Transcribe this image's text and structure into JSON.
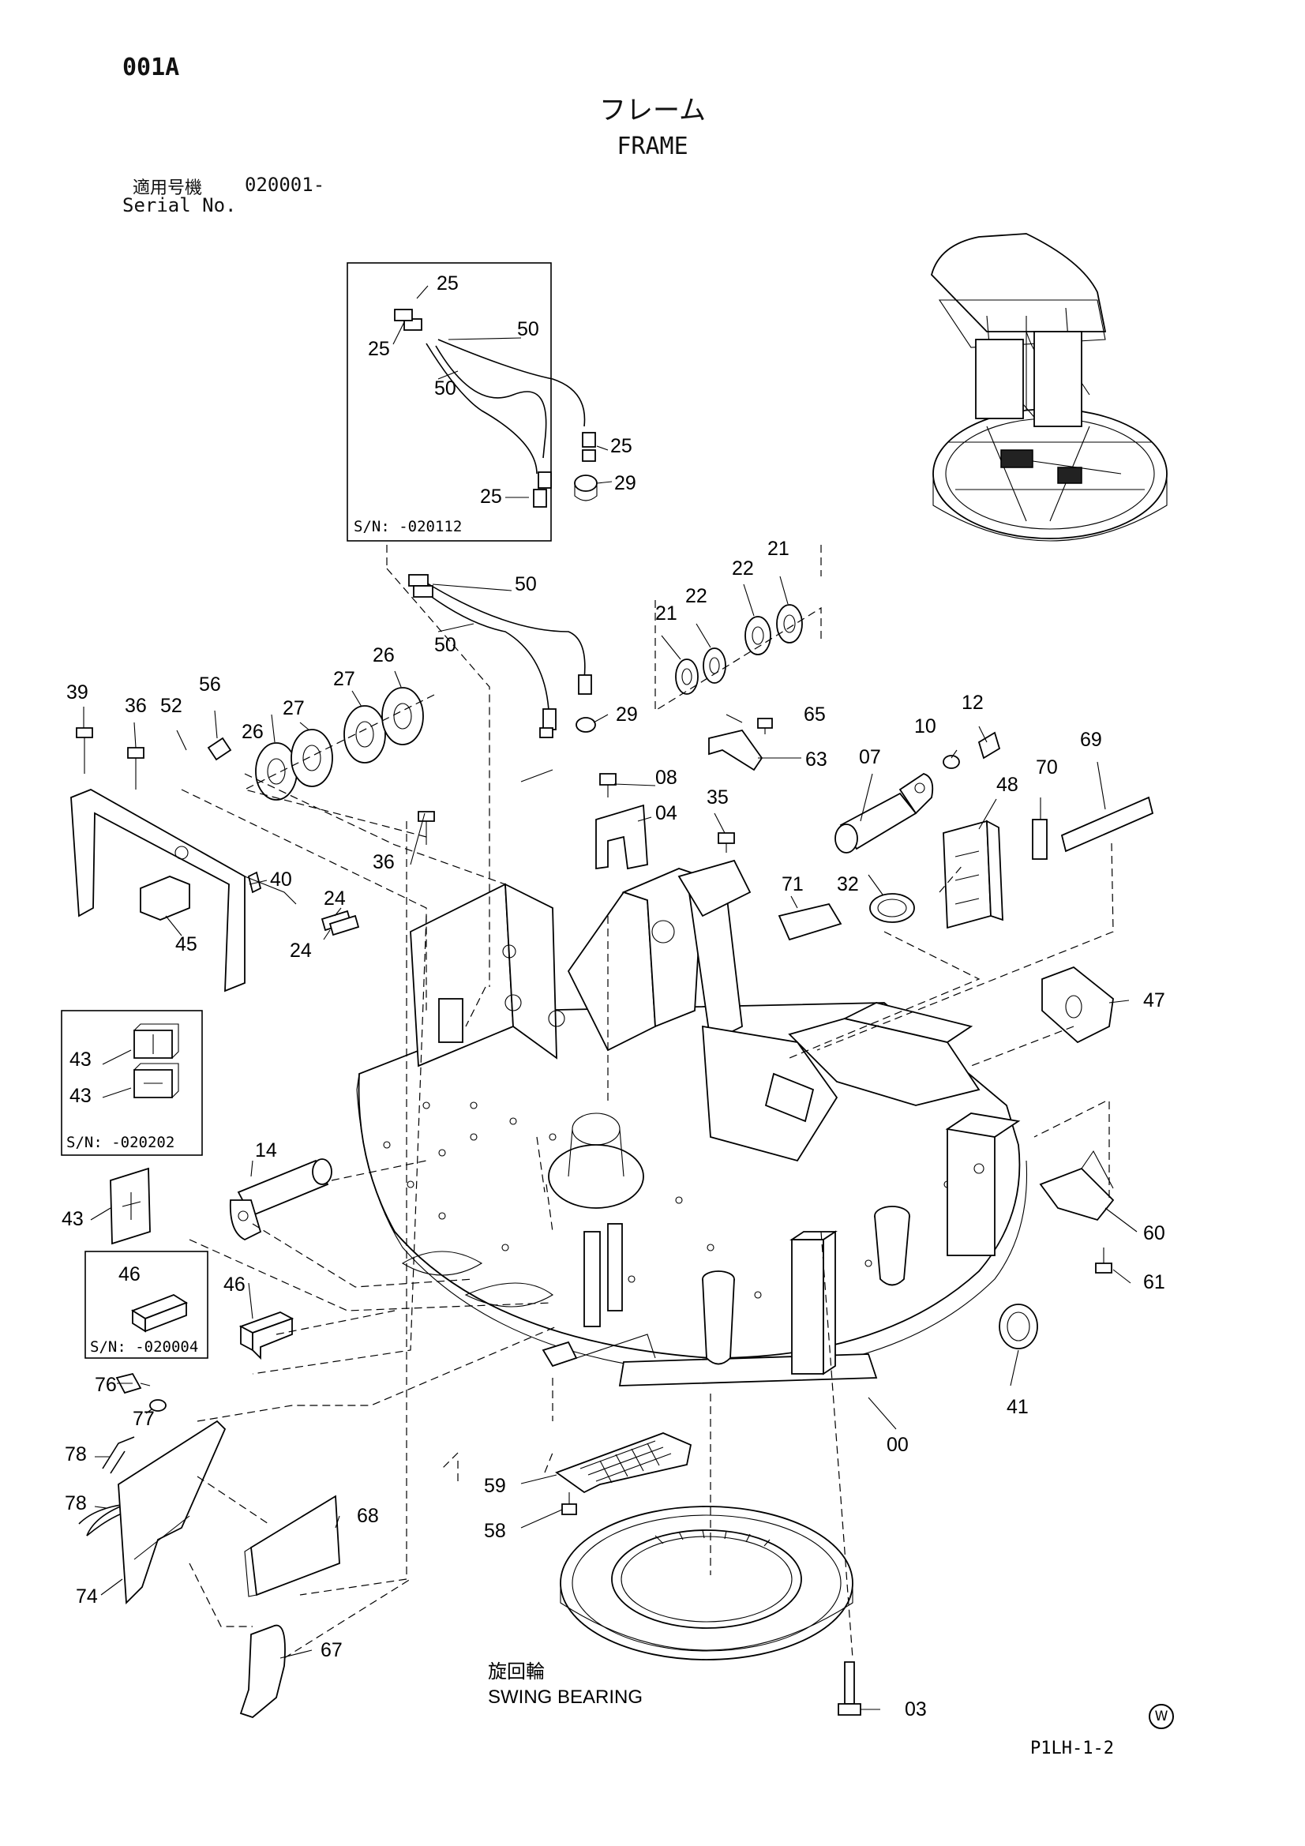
{
  "header": {
    "page_code": "001A",
    "title_jp": "フレーム",
    "title_en": "FRAME",
    "serial_label_jp": "適用号機",
    "serial_value": "020001-",
    "serial_label_en": "Serial No."
  },
  "insets": {
    "hose_box_note": "S/N: -020112",
    "pad_box_note": "S/N: -020202",
    "block_box_note": "S/N: -020004"
  },
  "callouts": {
    "c25a": "25",
    "c25b": "25",
    "c25c": "25",
    "c25d": "25",
    "c50a": "50",
    "c50b": "50",
    "c50c": "50",
    "c50d": "50",
    "c29a": "29",
    "c29b": "29",
    "c21a": "21",
    "c21b": "21",
    "c22a": "22",
    "c22b": "22",
    "c39": "39",
    "c36a": "36",
    "c36b": "36",
    "c52": "52",
    "c56": "56",
    "c26a": "26",
    "c26b": "26",
    "c27a": "27",
    "c27b": "27",
    "c08": "08",
    "c04": "04",
    "c65": "65",
    "c63": "63",
    "c35": "35",
    "c10": "10",
    "c12": "12",
    "c07": "07",
    "c48": "48",
    "c70": "70",
    "c69": "69",
    "c40": "40",
    "c45": "45",
    "c24a": "24",
    "c24b": "24",
    "c71": "71",
    "c32": "32",
    "c47": "47",
    "c43a": "43",
    "c43b": "43",
    "c43c": "43",
    "c14": "14",
    "c46a": "46",
    "c46b": "46",
    "c60": "60",
    "c61": "61",
    "c41": "41",
    "c00": "00",
    "c76": "76",
    "c77": "77",
    "c78a": "78",
    "c78b": "78",
    "c74": "74",
    "c59": "59",
    "c58": "58",
    "c68": "68",
    "c67": "67",
    "c03": "03"
  },
  "swing_bearing": {
    "label_jp": "旋回輪",
    "label_en": "SWING BEARING"
  },
  "footer": {
    "drawing_code": "P1LH-1-2",
    "mark": "W"
  }
}
